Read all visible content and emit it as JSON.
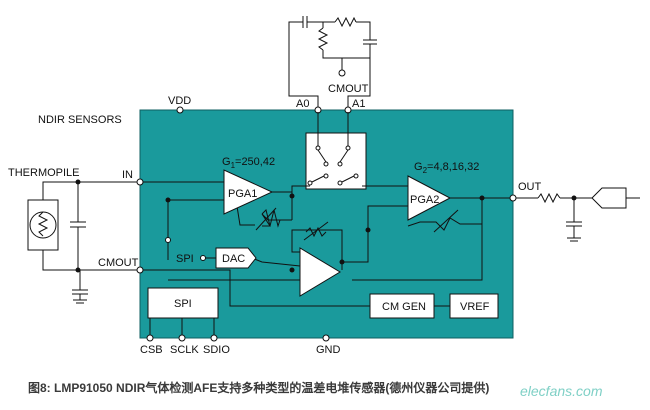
{
  "labels": {
    "vdd": "VDD",
    "ndir_sensors": "NDIR SENSORS",
    "a0": "A0",
    "a1": "A1",
    "cmout_top": "CMOUT",
    "thermopile": "THERMOPILE",
    "in": "IN",
    "cmout_left": "CMOUT",
    "g1": "G",
    "g1_sub": "1",
    "g1_values": "=250,42",
    "g2": "G",
    "g2_sub": "2",
    "g2_values": "=4,8,16,32",
    "pga1": "PGA1",
    "pga2": "PGA2",
    "out": "OUT",
    "spi_in": "SPI",
    "dac": "DAC",
    "spi_block": "SPI",
    "cm_gen": "CM GEN",
    "vref": "VREF",
    "csb": "CSB",
    "sclk": "SCLK",
    "sdio": "SDIO",
    "gnd": "GND"
  },
  "caption": "图8: LMP91050 NDIR气体检测AFE支持多种类型的温差电堆传感器(德州仪器公司提供)",
  "watermark": "elecfans.com",
  "colors": {
    "chip": "#1a9a9c",
    "chip_border": "#0f5f61",
    "line": "#111111",
    "block": "#ffffff"
  }
}
